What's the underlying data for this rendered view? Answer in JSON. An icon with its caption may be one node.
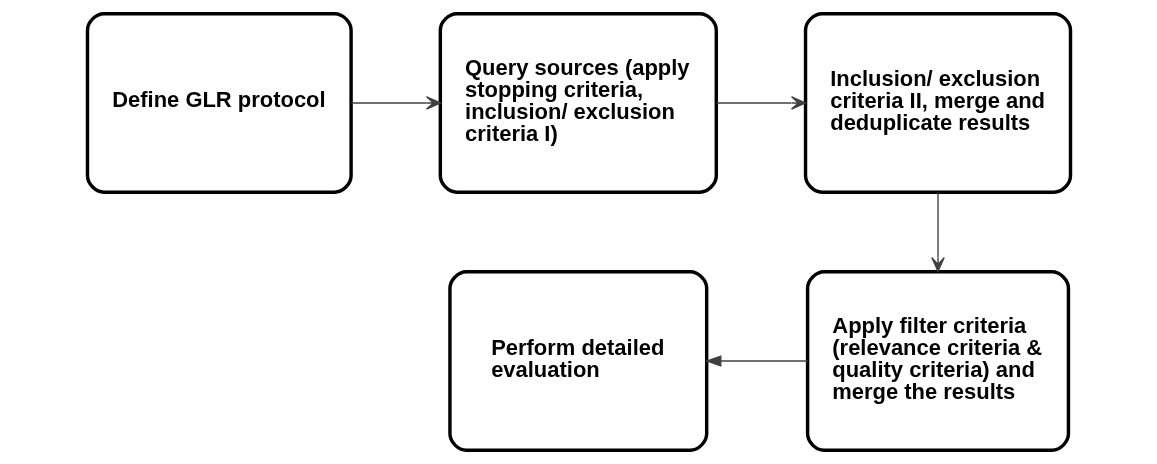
{
  "diagram": {
    "nodes": [
      {
        "text": [
          "Define GLR protocol"
        ]
      },
      {
        "text": [
          "Query sources (apply stopping criteria, inclusion/ exclusion criteria I)"
        ]
      },
      {
        "text": [
          "Inclusion/ exclusion criteria II, merge and deduplicate results"
        ]
      },
      {
        "text": [
          "Apply filter criteria (relevance criteria & quality criteria) and merge the results"
        ]
      },
      {
        "text": [
          "Perform detailed evaluation"
        ]
      }
    ],
    "edges": [
      {
        "from": 0,
        "to": 1,
        "arrow": "to"
      },
      {
        "from": 1,
        "to": 2,
        "arrow": "to"
      },
      {
        "from": 2,
        "to": 3,
        "arrow": "to"
      },
      {
        "from": 3,
        "to": 4,
        "arrow": "to"
      }
    ]
  }
}
